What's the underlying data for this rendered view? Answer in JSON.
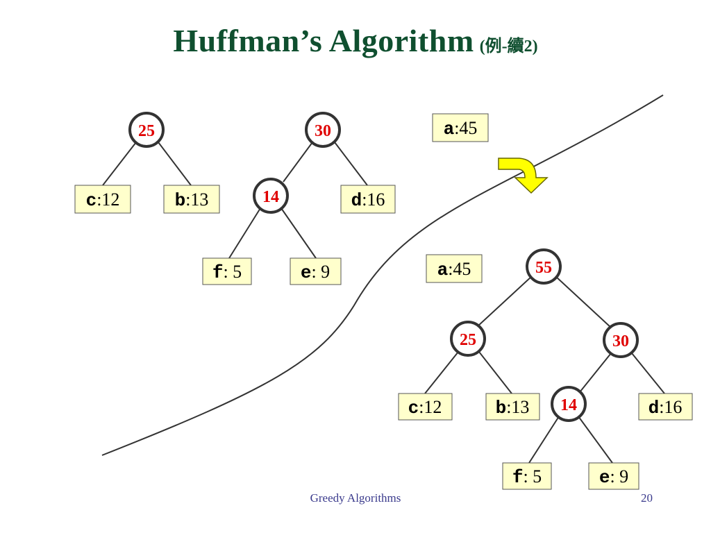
{
  "slide": {
    "title": "Huffman’s Algorithm",
    "title_note": "(例-續2)",
    "footer": "Greedy Algorithms",
    "page_number": "20"
  },
  "colors": {
    "title": "#0f4f2f",
    "node_text": "#e00000",
    "leaf_fill": "#ffffcc",
    "arrow_fill": "#ffff00",
    "footer": "#3a3a8c"
  },
  "before": {
    "internal_nodes": {
      "n25": "25",
      "n30": "30",
      "n14": "14"
    },
    "leaves": {
      "c": {
        "letter": "c",
        "sep": ":",
        "freq": "12"
      },
      "b": {
        "letter": "b",
        "sep": ":",
        "freq": "13"
      },
      "d": {
        "letter": "d",
        "sep": ":",
        "freq": "16"
      },
      "f": {
        "letter": "f",
        "sep": ":",
        "freq": " 5"
      },
      "e": {
        "letter": "e",
        "sep": ":",
        "freq": " 9"
      },
      "a": {
        "letter": "a",
        "sep": ":",
        "freq": "45"
      }
    }
  },
  "after": {
    "internal_nodes": {
      "n55": "55",
      "n25": "25",
      "n30": "30",
      "n14": "14"
    },
    "leaves": {
      "a": {
        "letter": "a",
        "sep": ":",
        "freq": "45"
      },
      "c": {
        "letter": "c",
        "sep": ":",
        "freq": "12"
      },
      "b": {
        "letter": "b",
        "sep": ":",
        "freq": "13"
      },
      "d": {
        "letter": "d",
        "sep": ":",
        "freq": "16"
      },
      "f": {
        "letter": "f",
        "sep": ":",
        "freq": " 5"
      },
      "e": {
        "letter": "e",
        "sep": ":",
        "freq": " 9"
      }
    }
  },
  "icons": {
    "step_arrow": "curved-arrow-down-icon"
  }
}
